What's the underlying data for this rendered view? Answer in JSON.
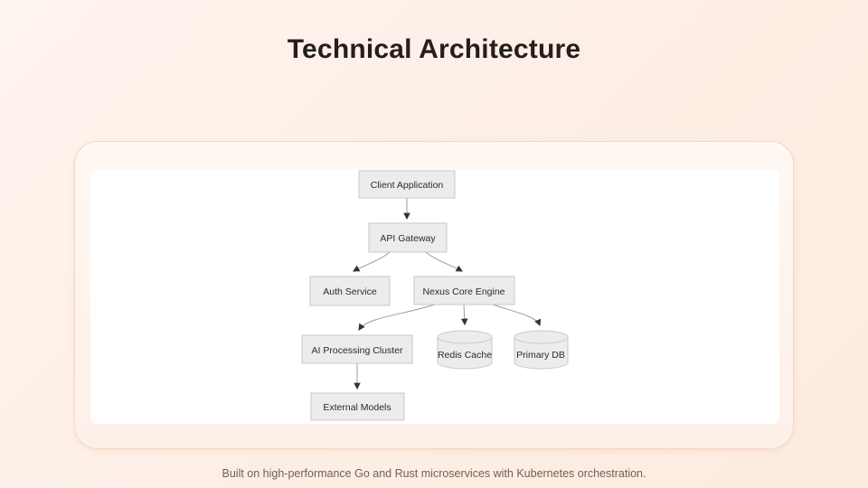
{
  "slide": {
    "title": "Technical Architecture",
    "caption": "Built on high-performance Go and Rust microservices with Kubernetes orchestration."
  },
  "colors": {
    "background_top": "#fef4ee",
    "background_bottom": "#fcebdf",
    "card_border": "#f4d8c4",
    "card_background": "#fff8f3",
    "canvas_background": "#ffffff",
    "node_fill": "#ececec",
    "node_border": "#c8c8c8",
    "node_text": "#2b2b2b",
    "edge_line": "#9a9a9a",
    "arrowhead": "#333333",
    "title_text": "#241e1c",
    "caption_text": "#6e6157"
  },
  "diagram": {
    "type": "flowchart",
    "nodes": [
      {
        "id": "client",
        "label": "Client Application",
        "shape": "rect"
      },
      {
        "id": "gateway",
        "label": "API Gateway",
        "shape": "rect"
      },
      {
        "id": "auth",
        "label": "Auth Service",
        "shape": "rect"
      },
      {
        "id": "nexus",
        "label": "Nexus Core Engine",
        "shape": "rect"
      },
      {
        "id": "ai",
        "label": "AI Processing Cluster",
        "shape": "rect"
      },
      {
        "id": "redis",
        "label": "Redis Cache",
        "shape": "cylinder"
      },
      {
        "id": "db",
        "label": "Primary DB",
        "shape": "cylinder"
      },
      {
        "id": "external",
        "label": "External Models",
        "shape": "rect"
      }
    ],
    "edges": [
      {
        "from": "client",
        "to": "gateway"
      },
      {
        "from": "gateway",
        "to": "auth"
      },
      {
        "from": "gateway",
        "to": "nexus"
      },
      {
        "from": "nexus",
        "to": "ai"
      },
      {
        "from": "nexus",
        "to": "redis"
      },
      {
        "from": "nexus",
        "to": "db"
      },
      {
        "from": "ai",
        "to": "external"
      }
    ]
  }
}
